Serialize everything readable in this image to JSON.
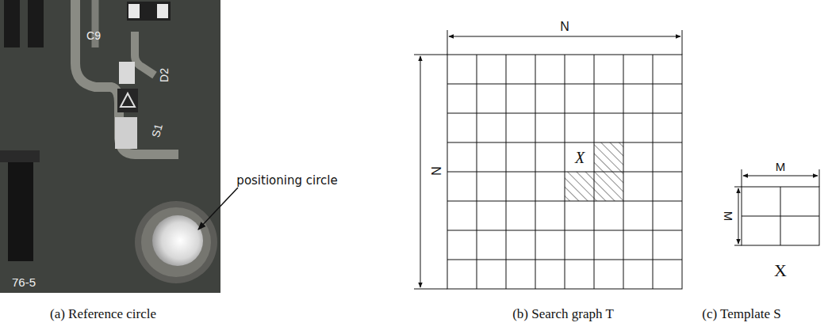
{
  "diagram": {
    "labels": [
      "C9",
      "D2",
      "S1",
      "76-5",
      "positioning circle",
      "(a) Reference circle",
      "N",
      "N",
      "X",
      "(b) Search graph T",
      "M",
      "M",
      "X",
      "(c) Template S"
    ]
  }
}
